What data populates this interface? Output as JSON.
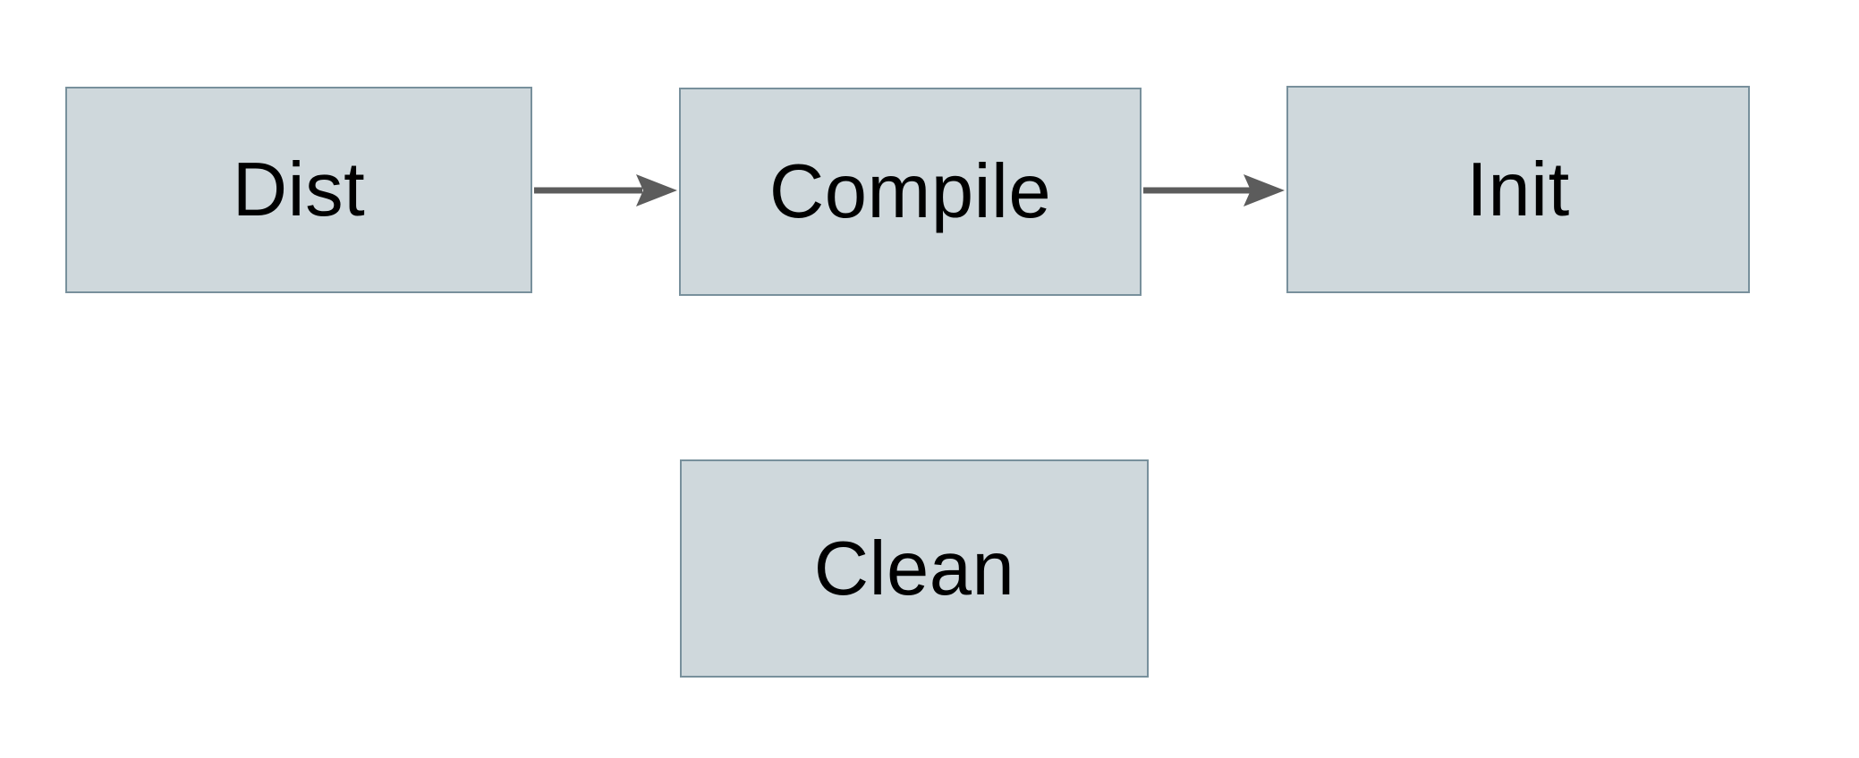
{
  "diagram": {
    "type": "flowchart",
    "background": "#ffffff",
    "nodes": [
      {
        "id": "dist",
        "label": "Dist"
      },
      {
        "id": "compile",
        "label": "Compile"
      },
      {
        "id": "init",
        "label": "Init"
      },
      {
        "id": "clean",
        "label": "Clean"
      }
    ],
    "edges": [
      {
        "from": "dist",
        "to": "compile",
        "arrow": "right"
      },
      {
        "from": "compile",
        "to": "init",
        "arrow": "right"
      }
    ],
    "colors": {
      "canvas_bg": "#ffffff",
      "node_fill": "#cfd8dc",
      "node_border": "#78909c",
      "edge": "#5c5c5c",
      "label": "#000000"
    }
  }
}
